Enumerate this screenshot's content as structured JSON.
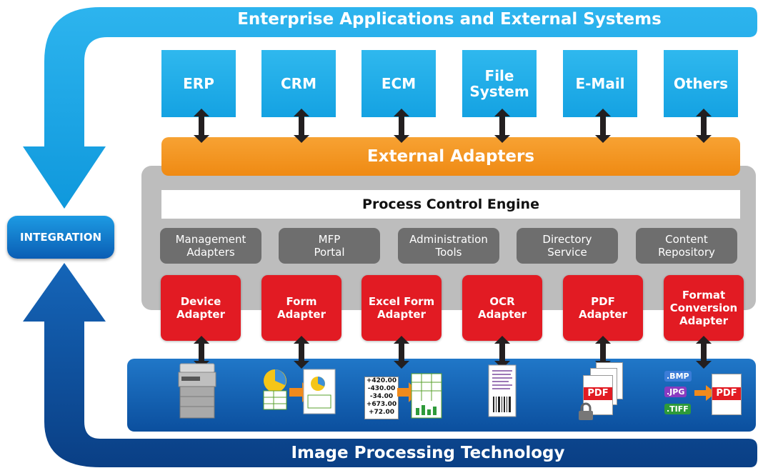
{
  "top_banner": "Enterprise Applications and External Systems",
  "bottom_banner": "Image Processing Technology",
  "integration_label": "INTEGRATION",
  "systems": [
    "ERP",
    "CRM",
    "ECM",
    "File\nSystem",
    "E-Mail",
    "Others"
  ],
  "external_adapters": "External Adapters",
  "process_control_engine": "Process Control Engine",
  "services": [
    "Management\nAdapters",
    "MFP\nPortal",
    "Administration\nTools",
    "Directory\nService",
    "Content\nRepository"
  ],
  "adapters": [
    "Device\nAdapter",
    "Form\nAdapter",
    "Excel Form\nAdapter",
    "OCR\nAdapter",
    "PDF\nAdapter",
    "Format\nConversion\nAdapter"
  ],
  "icons": {
    "excel_values": [
      "+420.00",
      "-430.00",
      "-34.00",
      "+673.00",
      "+72.00"
    ],
    "pdf_label": "PDF",
    "formats": [
      ".BMP",
      ".JPG",
      ".TIFF"
    ]
  },
  "colors": {
    "blue_light": "#1aa6e4",
    "blue_dark": "#0a4f9e",
    "orange": "#f39019",
    "red": "#e21b23",
    "grey_panel": "#bdbdbd",
    "grey_button": "#6e6e6e"
  }
}
